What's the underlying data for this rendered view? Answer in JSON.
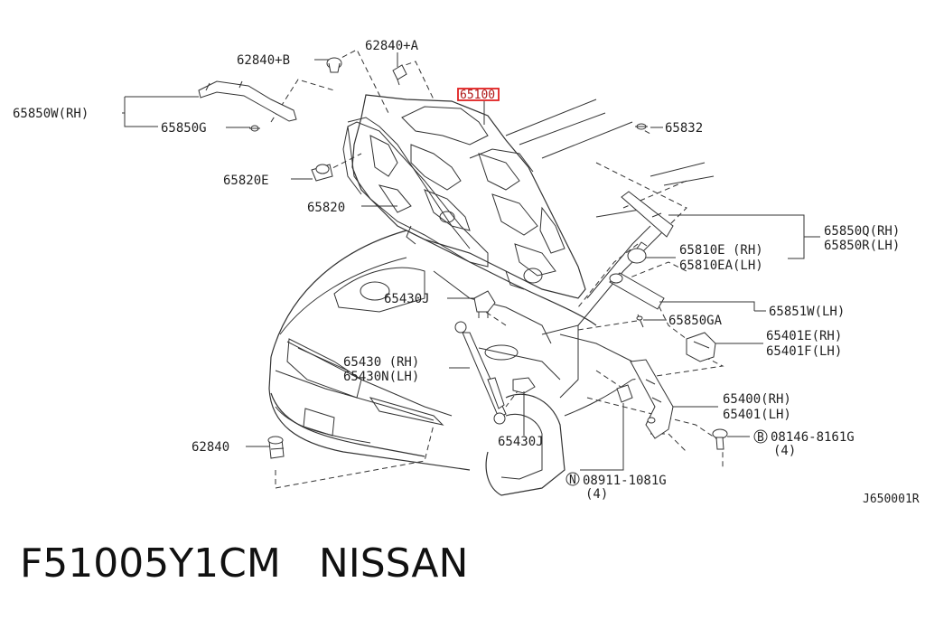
{
  "labels": {
    "l62840B": "62840+B",
    "l62840A": "62840+A",
    "l65100": "65100",
    "l65850W": "65850W(RH)",
    "l65850G": "65850G",
    "l65832": "65832",
    "l65820E": "65820E",
    "l65820": "65820",
    "l65850Q": "65850Q(RH)",
    "l65850R": "65850R(LH)",
    "l65810E": "65810E (RH)",
    "l65810EA": "65810EA(LH)",
    "l65430J_top": "65430J",
    "l65851W": "65851W(LH)",
    "l65850GA": "65850GA",
    "l65401E": "65401E(RH)",
    "l65401F": "65401F(LH)",
    "l65430": "65430 (RH)",
    "l65430N": "65430N(LH)",
    "l65400": "65400(RH)",
    "l65401": "65401(LH)",
    "l62840": "62840",
    "l65430J_bot": "65430J",
    "l08146": "08146-8161G",
    "l08146_qty": "(4)",
    "l08146_mark": "B",
    "l08911": "08911-1081G",
    "l08911_qty": "(4)",
    "l08911_mark": "N",
    "ref_code": "J650001R"
  },
  "caption": {
    "part_number": "F51005Y1CM",
    "brand": "NISSAN"
  },
  "colors": {
    "highlight": "#e02020",
    "line": "#333333"
  }
}
